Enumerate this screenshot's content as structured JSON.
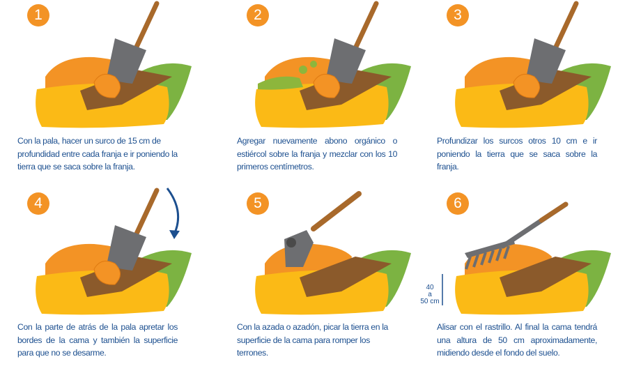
{
  "steps": [
    {
      "number": "1",
      "tool": "shovel",
      "text": "Con la pala, hacer un surco de 15 cm de profundidad entre cada franja e ir poniendo la tierra que se saca sobre la franja."
    },
    {
      "number": "2",
      "tool": "shovel",
      "text": "Agregar nuevamente abono orgánico o estiércol sobre la franja y mezclar con los 10 primeros centímetros."
    },
    {
      "number": "3",
      "tool": "shovel",
      "text": "Profundizar los surcos otros 10 cm e ir poniendo la tierra que se saca sobre la franja."
    },
    {
      "number": "4",
      "tool": "shovel",
      "text": "Con la parte de atrás de la pala apretar los bordes de la cama y también la superficie para que no se desarme."
    },
    {
      "number": "5",
      "tool": "hoe",
      "text": "Con la azada o azadón, picar la tierra en la superficie de la cama para romper los terrones."
    },
    {
      "number": "6",
      "tool": "rake",
      "text": "Alisar con el rastrillo. Al final la cama tendrá una altura de 50 cm aproximadamente, midiendo desde el fondo del suelo.",
      "measure": {
        "top": "40",
        "mid": "a",
        "bottom": "50 cm"
      }
    }
  ],
  "colors": {
    "number_bg": "#F39325",
    "text": "#1C4F8F",
    "bed": "#FBBA16",
    "mound": "#F39325",
    "furrow": "#8B5A2B",
    "slope": "#7CB342",
    "tool": "#6D6E71",
    "handle": "#A8692B",
    "arrow": "#1C4F8F"
  }
}
